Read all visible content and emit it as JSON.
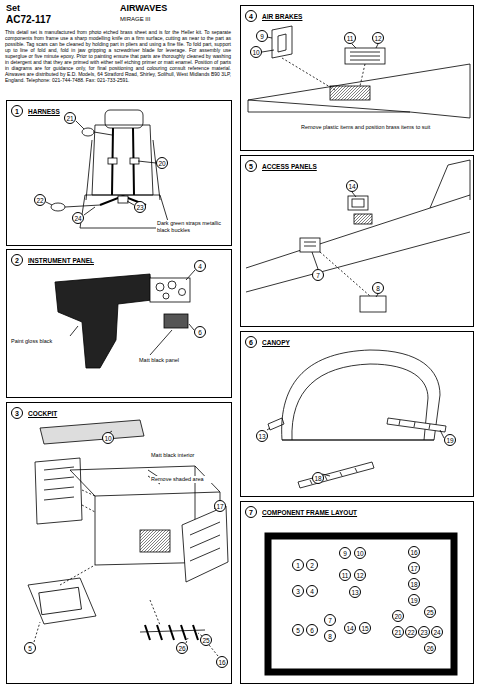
{
  "diagram": {
    "nodes": [
      {
        "text": [
          "1",
          "HARNESS"
        ]
      },
      {
        "text": [
          "2",
          "INSTRUMENT PANEL"
        ]
      },
      {
        "text": [
          "3",
          "COCKPIT"
        ]
      },
      {
        "text": [
          "4",
          "AIR BRAKES"
        ]
      },
      {
        "text": [
          "5",
          "ACCESS PANELS"
        ]
      },
      {
        "text": [
          "6",
          "CANOPY"
        ]
      },
      {
        "text": [
          "7",
          "COMPONENT FRAME LAYOUT"
        ]
      }
    ],
    "labels": [
      "Set",
      "AC72-117",
      "AIRWAVES",
      "MIRAGE III",
      "This detail set is manufactured from photo etched brass sheet and is for the Heller kit. To separate components from frame use a sharp modelling knife on a firm surface, cutting as near to the part as possible. Tag scars can be cleaned by holding part in pliers and using a fine file. To fold part, support up to line of fold and, fold in jaw gripping a screwdriver blade for leverage. For assembly use superglue or five minute epoxy. Prior to painting ensure that parts are thoroughly cleaned by washing in detergent and that they are primed with either self etching primer or matt enamel. Position of parts in diagrams are for guidance only, for final positioning and colouring consult reference material. Airwaves are distributed by E.D. Models, 64 Stratford Road, Shirley, Solihull, West Midlands B90 3LP, England. Telephone: 021-744-7488. Fax: 021-733-2591.",
      "21",
      "20",
      "22",
      "23",
      "24",
      "Dark green straps metallic black buckles",
      "4",
      "6",
      "Paint gloss black",
      "Matt black panel",
      "10",
      "Matt black interior",
      "Remove shaded area",
      "17",
      "5",
      "26",
      "25",
      "16",
      "9",
      "10",
      "11",
      "12",
      "Remove plastic items and position brass items to suit",
      "14",
      "7",
      "8",
      "13",
      "18",
      "19",
      "1",
      "2",
      "3",
      "4",
      "5",
      "6",
      "7",
      "8",
      "9",
      "10",
      "11",
      "12",
      "13",
      "14",
      "15",
      "16",
      "17",
      "18",
      "19",
      "20",
      "21",
      "22",
      "23",
      "24",
      "25",
      "26"
    ]
  }
}
